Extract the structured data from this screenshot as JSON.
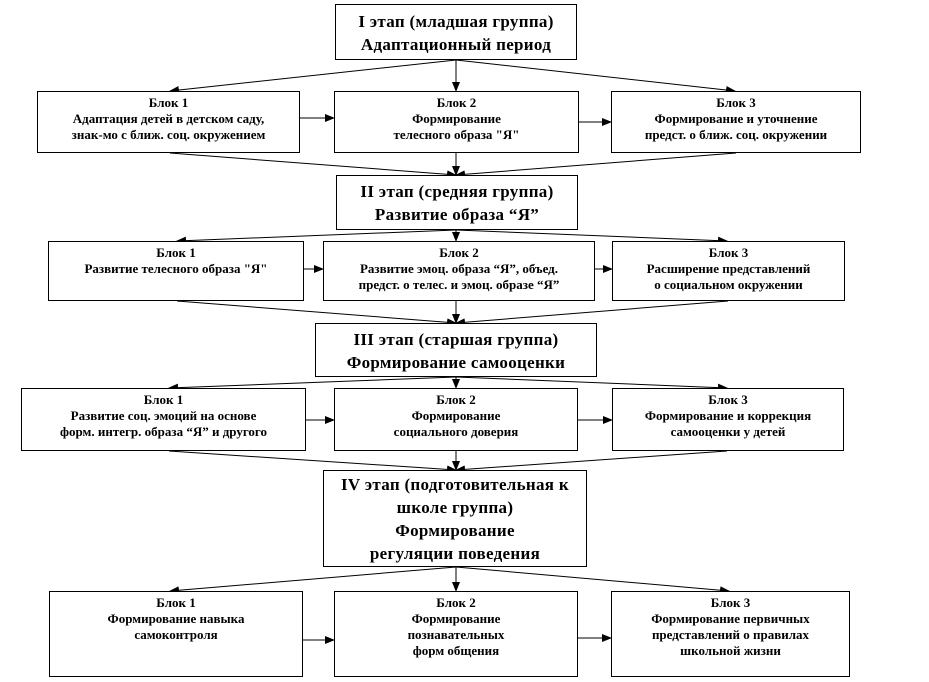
{
  "stages": [
    {
      "lines": [
        "I этап  (младшая группа)",
        "Адаптационный  период"
      ],
      "blocks": [
        {
          "lines": [
            "Блок 1",
            "Адаптация детей в детском саду,",
            "знак-мо с ближ. соц. окружением"
          ]
        },
        {
          "lines": [
            "Блок 2",
            "Формирование",
            "телесного образа \"Я\""
          ]
        },
        {
          "lines": [
            "Блок 3",
            "Формирование  и  уточнение",
            "предст. о ближ. соц. окружении"
          ]
        }
      ]
    },
    {
      "lines": [
        "II  этап  (средняя группа)",
        "Развитие  образа  “Я”"
      ],
      "blocks": [
        {
          "lines": [
            "Блок 1",
            "Развитие телесного образа \"Я\""
          ]
        },
        {
          "lines": [
            "Блок 2",
            "Развитие эмоц. образа “Я”, объед.",
            "предст. о телес. и эмоц. образе “Я”"
          ]
        },
        {
          "lines": [
            "Блок 3",
            "Расширение представлений",
            "о социальном окружении"
          ]
        }
      ]
    },
    {
      "lines": [
        "III  этап  (старшая группа)",
        "Формирование  самооценки"
      ],
      "blocks": [
        {
          "lines": [
            "Блок 1",
            "Развитие соц. эмоций на основе",
            "форм. интегр. образа “Я” и другого"
          ]
        },
        {
          "lines": [
            "Блок 2",
            "Формирование",
            "социального доверия"
          ]
        },
        {
          "lines": [
            "Блок 3",
            "Формирование и коррекция",
            "самооценки у детей"
          ]
        }
      ]
    },
    {
      "lines": [
        "IV  этап  (подготовительная к",
        "школе группа)",
        "Формирование",
        "регуляции  поведения"
      ],
      "blocks": [
        {
          "lines": [
            "Блок 1",
            "Формирование навыка",
            "самоконтроля"
          ]
        },
        {
          "lines": [
            "Блок 2",
            "Формирование",
            "познавательных",
            "форм общения"
          ]
        },
        {
          "lines": [
            "Блок 3",
            "Формирование первичных",
            "представлений о правилах",
            "школьной жизни"
          ]
        }
      ]
    }
  ]
}
